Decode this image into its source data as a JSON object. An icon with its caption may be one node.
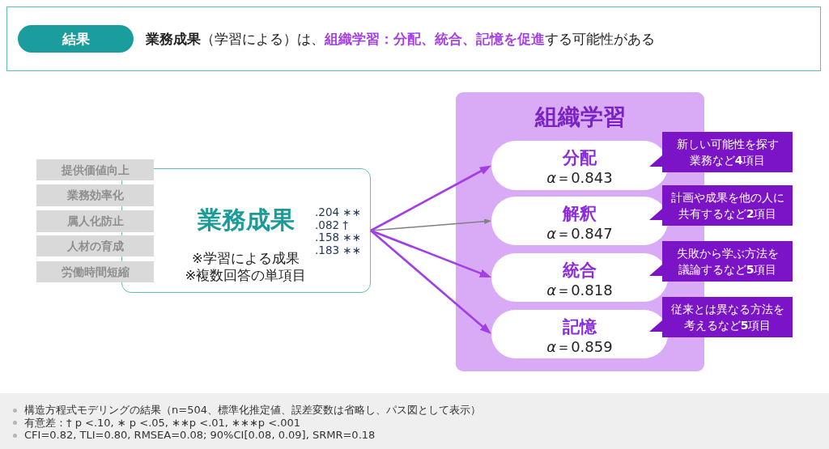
{
  "diagram": {
    "nodes": [
      {
        "text": [
          "**業務成果**（学習による）は、**組織学習：分配、統合、記憶を促進**する可能性がある"
        ]
      },
      {
        "text": [
          "結果"
        ],
        "in": 0
      },
      {
        "text": [
          "提供価値向上"
        ]
      },
      {
        "text": [
          "業務効率化"
        ]
      },
      {
        "text": [
          "属人化防止"
        ]
      },
      {
        "text": [
          "人材の育成"
        ]
      },
      {
        "text": [
          "労働時間短縮"
        ]
      },
      {
        "text": [
          "業務成果",
          "※学習による成果",
          "※複数回答の単項目"
        ]
      },
      {
        "text": [
          "組織学習"
        ]
      },
      {
        "text": [
          "分配",
          "*α*＝0.843"
        ],
        "in": 8
      },
      {
        "text": [
          "新しい可能性を探す業務など**4**項目"
        ]
      },
      {
        "text": [
          "解釈",
          "*α*＝0.847"
        ],
        "in": 8
      },
      {
        "text": [
          "計画や成果を他の人に共有するなど**2**項目"
        ]
      },
      {
        "text": [
          "統合",
          "*α*＝0.818"
        ],
        "in": 8
      },
      {
        "text": [
          "失敗から学ぶ方法を議論するなど**5**項目"
        ]
      },
      {
        "text": [
          "記憶",
          "*α*＝0.859"
        ],
        "in": 8
      },
      {
        "text": [
          "従来とは異なる方法を考えるなど**5**項目"
        ]
      }
    ],
    "edges": [
      {
        "from": 7,
        "to": 9,
        "arrow": "to",
        "label": ".204 ∗∗"
      },
      {
        "from": 7,
        "to": 11,
        "arrow": "to",
        "label": ".082 †",
        "color": "#808080"
      },
      {
        "from": 7,
        "to": 13,
        "arrow": "to",
        "label": ".158 ∗∗"
      },
      {
        "from": 7,
        "to": 15,
        "arrow": "to",
        "label": ".183 ∗∗"
      }
    ],
    "labels": [
      "構造方程式モデリングの結果（n=504、標準化推定値、誤差変数は省略し、パス図として表示）",
      "有意差：† p <.10, ∗ p <.05, ∗∗p <.01, ∗∗∗p <.001",
      "CFI=0.82, TLI=0.80, RMSEA=0.08; 90%CI[0.08, 0.09], SRMR=0.18"
    ]
  }
}
